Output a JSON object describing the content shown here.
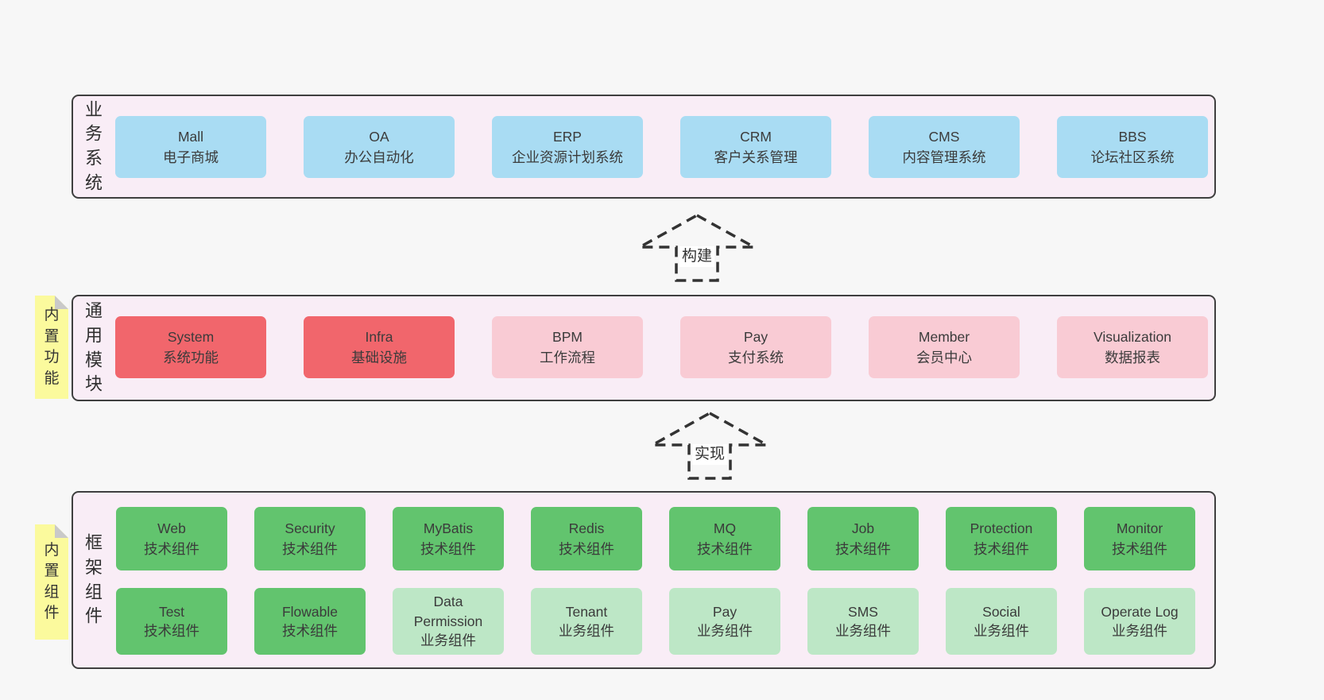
{
  "diagram": {
    "arrows": [
      {
        "label": "构建"
      },
      {
        "label": "实现"
      }
    ],
    "layers": [
      {
        "label": "业务系统",
        "boxes": [
          {
            "title": "Mall",
            "subtitle": "电子商城"
          },
          {
            "title": "OA",
            "subtitle": "办公自动化"
          },
          {
            "title": "ERP",
            "subtitle": "企业资源计划系统"
          },
          {
            "title": "CRM",
            "subtitle": "客户关系管理"
          },
          {
            "title": "CMS",
            "subtitle": "内容管理系统"
          },
          {
            "title": "BBS",
            "subtitle": "论坛社区系统"
          }
        ]
      },
      {
        "label": "通用模块",
        "note": "内置功能",
        "boxes": [
          {
            "title": "System",
            "subtitle": "系统功能"
          },
          {
            "title": "Infra",
            "subtitle": "基础设施"
          },
          {
            "title": "BPM",
            "subtitle": "工作流程"
          },
          {
            "title": "Pay",
            "subtitle": "支付系统"
          },
          {
            "title": "Member",
            "subtitle": "会员中心"
          },
          {
            "title": "Visualization",
            "subtitle": "数据报表"
          }
        ]
      },
      {
        "label": "框架组件",
        "note": "内置组件",
        "rows": [
          [
            {
              "title": "Web",
              "subtitle": "技术组件"
            },
            {
              "title": "Security",
              "subtitle": "技术组件"
            },
            {
              "title": "MyBatis",
              "subtitle": "技术组件"
            },
            {
              "title": "Redis",
              "subtitle": "技术组件"
            },
            {
              "title": "MQ",
              "subtitle": "技术组件"
            },
            {
              "title": "Job",
              "subtitle": "技术组件"
            },
            {
              "title": "Protection",
              "subtitle": "技术组件"
            },
            {
              "title": "Monitor",
              "subtitle": "技术组件"
            }
          ],
          [
            {
              "title": "Test",
              "subtitle": "技术组件"
            },
            {
              "title": "Flowable",
              "subtitle": "技术组件"
            },
            {
              "title": "Data Permission",
              "subtitle": "业务组件"
            },
            {
              "title": "Tenant",
              "subtitle": "业务组件"
            },
            {
              "title": "Pay",
              "subtitle": "业务组件"
            },
            {
              "title": "SMS",
              "subtitle": "业务组件"
            },
            {
              "title": "Social",
              "subtitle": "业务组件"
            },
            {
              "title": "Operate Log",
              "subtitle": "业务组件"
            }
          ]
        ]
      }
    ],
    "colors": {
      "page_bg": "#f7f7f7",
      "layer_bg": "#f9edf6",
      "layer_border": "#3f3f3f",
      "box_blue": "#a9dcf3",
      "box_red": "#f1666c",
      "box_pink": "#f9cbd4",
      "box_green": "#62c46e",
      "box_light_green": "#bde7c6",
      "note_yellow": "#fbfa9d",
      "note_fold_gray": "#c9c9c9",
      "arrow_dash": "#333333",
      "text": "#3b3b3b"
    }
  }
}
